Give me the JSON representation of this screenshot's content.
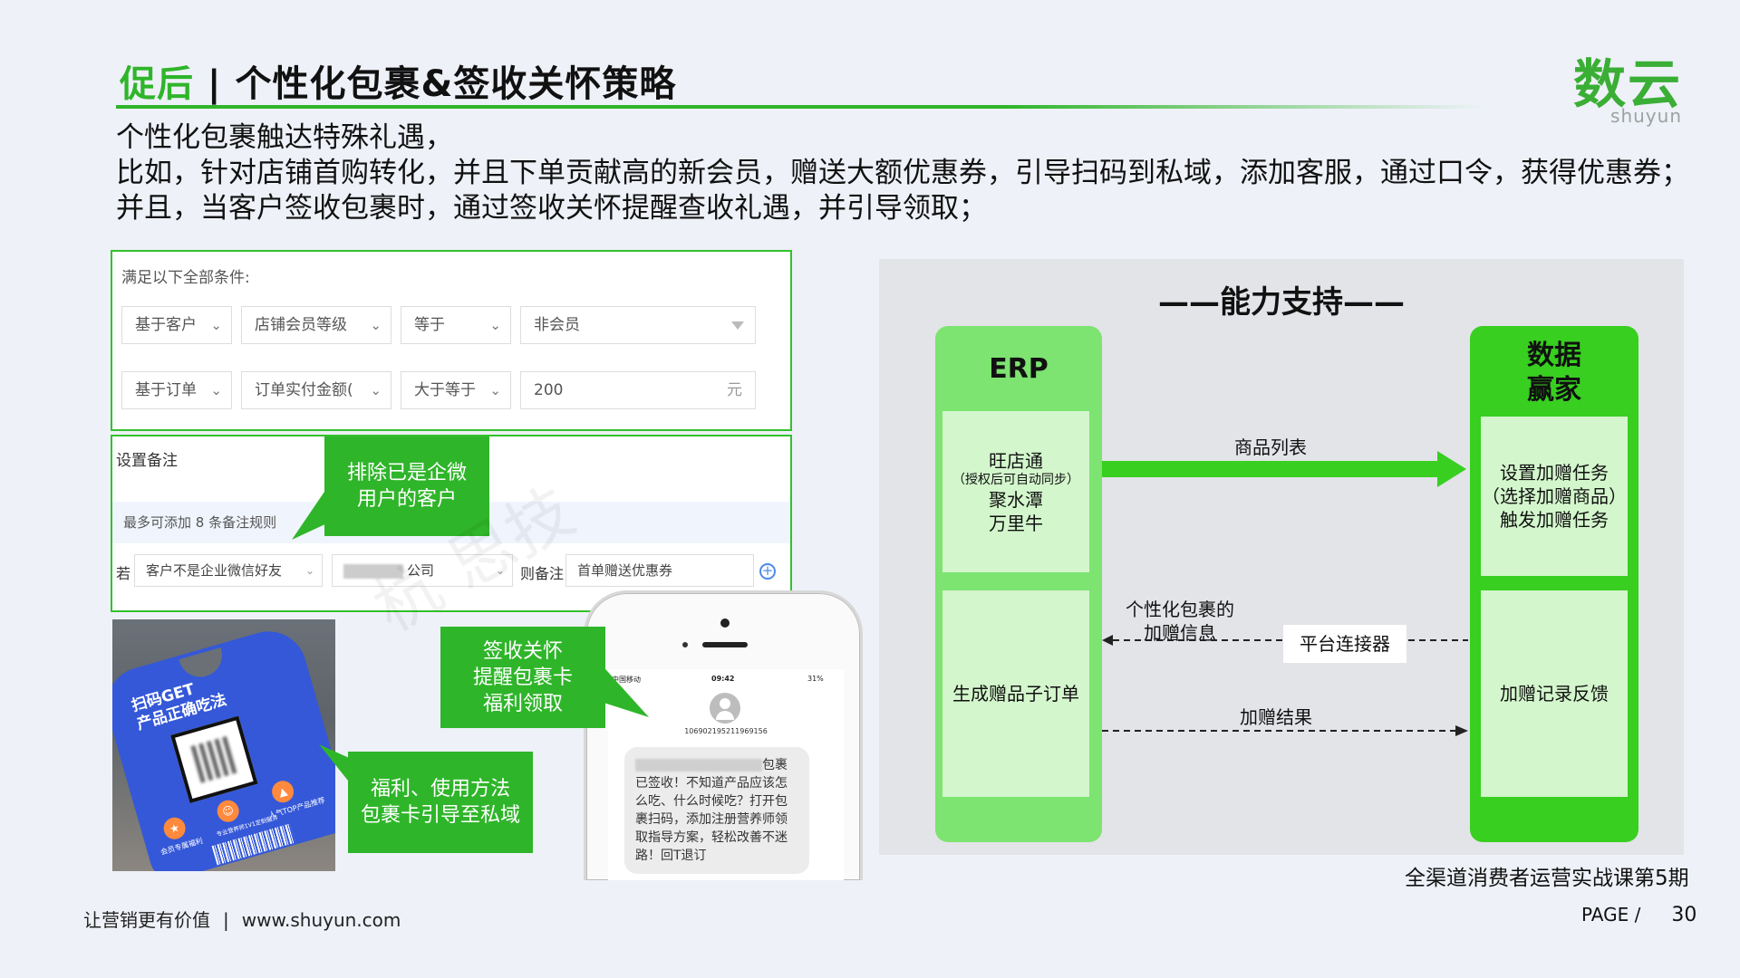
{
  "header": {
    "title_accent": "促后",
    "title_sep": " | ",
    "title_main": "个性化包裹&签收关怀策略",
    "logo_cn": "数云",
    "logo_en": "shuyun"
  },
  "intro": [
    "个性化包裹触达特殊礼遇，",
    "比如，针对店铺首购转化，并且下单贡献高的新会员，赠送大额优惠券，引导扫码到私域，添加客服，通过口令，获得优惠券；",
    "并且，当客户签收包裹时，通过签收关怀提醒查收礼遇，并引导领取；"
  ],
  "conditions": {
    "title": "满足以下全部条件:",
    "row1": [
      "基于客户",
      "店铺会员等级",
      "等于",
      "非会员"
    ],
    "row2": [
      "基于订单",
      "订单实付金额(",
      "大于等于",
      "200"
    ],
    "unit": "元"
  },
  "remarks": {
    "title": "设置备注",
    "hint": "最多可添加 8 条备注规则",
    "if_label": "若",
    "condition": "客户不是企业微信好友",
    "company_suffix": "公司",
    "then_label": "则备注",
    "remark_value": "首单赠送优惠券"
  },
  "callouts": {
    "exclude": "排除已是企微\n用户的客户",
    "sign": "签收关怀\n提醒包裹卡\n福利领取",
    "card": "福利、使用方法\n包裹卡引导至私域"
  },
  "card_photo": {
    "title": "扫码GET\n产品正确吃法",
    "icon1": "会员专属福利",
    "icon2": "专业营养师1V1定制服务",
    "icon3": "人气TOP产品推荐"
  },
  "phone": {
    "carrier": "中国移动",
    "time": "09:42",
    "battery": "31%",
    "number": "10690219521196915​6",
    "message_tail": "包",
    "message": "裹已签收！不知道产品应该怎么吃、什么时候吃？打开包裹扫码，添加注册营养师领取指导方案，轻松改善不迷路！回T退订"
  },
  "diagram": {
    "title": "——能力支持——",
    "erp_head": "ERP",
    "erp_box1_a": "旺店通",
    "erp_box1_note": "（授权后可自动同步）",
    "erp_box1_b": "聚水潭",
    "erp_box1_c": "万里牛",
    "erp_box2": "生成赠品子订单",
    "sj_head": "数据\n赢家",
    "sj_box1": "设置加赠任务\n（选择加赠商品）\n触发加赠任务",
    "sj_box2": "加赠记录反馈",
    "arrow1": "商品列表",
    "arrow2": "个性化包裹的\n加赠信息",
    "connector": "平台连接器",
    "arrow3": "加赠结果"
  },
  "footer": {
    "slogan": "让营销更有价值",
    "divider": "|",
    "site": "www.shuyun.com",
    "course": "全渠道消费者运营实战课第5期",
    "page_label": "PAGE /",
    "page_num": "30"
  },
  "colors": {
    "accent": "#2fb52a",
    "erp": "#7de371",
    "shuju": "#38cf20",
    "box": "#d3f6cc"
  }
}
